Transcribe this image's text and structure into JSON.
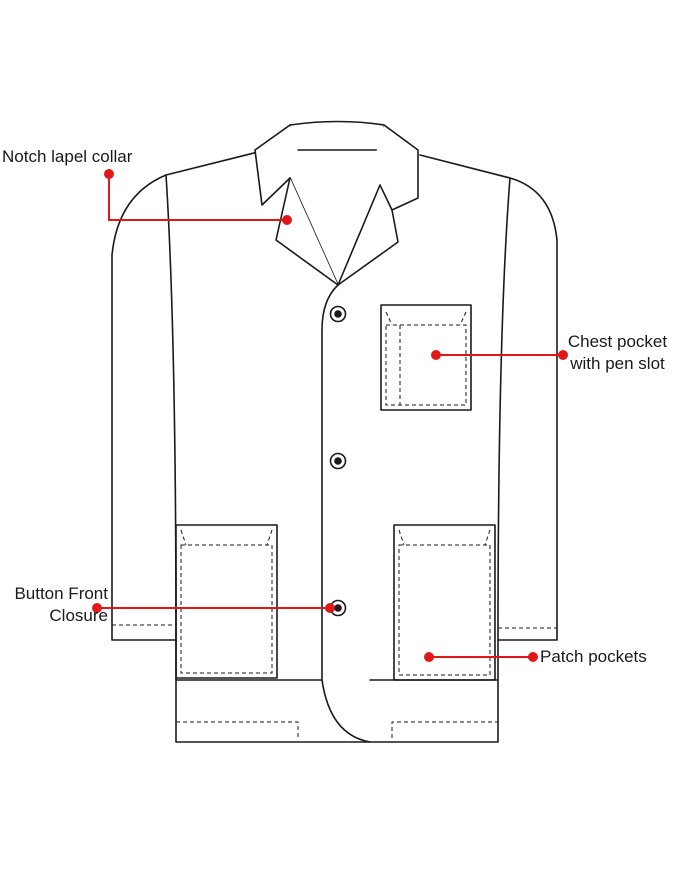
{
  "callouts": {
    "collar": "Notch lapel collar",
    "chest_pocket": [
      "Chest pocket",
      "with pen slot"
    ],
    "button_closure": [
      "Button Front",
      "Closure"
    ],
    "patch_pockets": "Patch pockets"
  },
  "colors": {
    "outline": "#1a1a1a",
    "callout": "#e01818",
    "background": "#ffffff"
  }
}
